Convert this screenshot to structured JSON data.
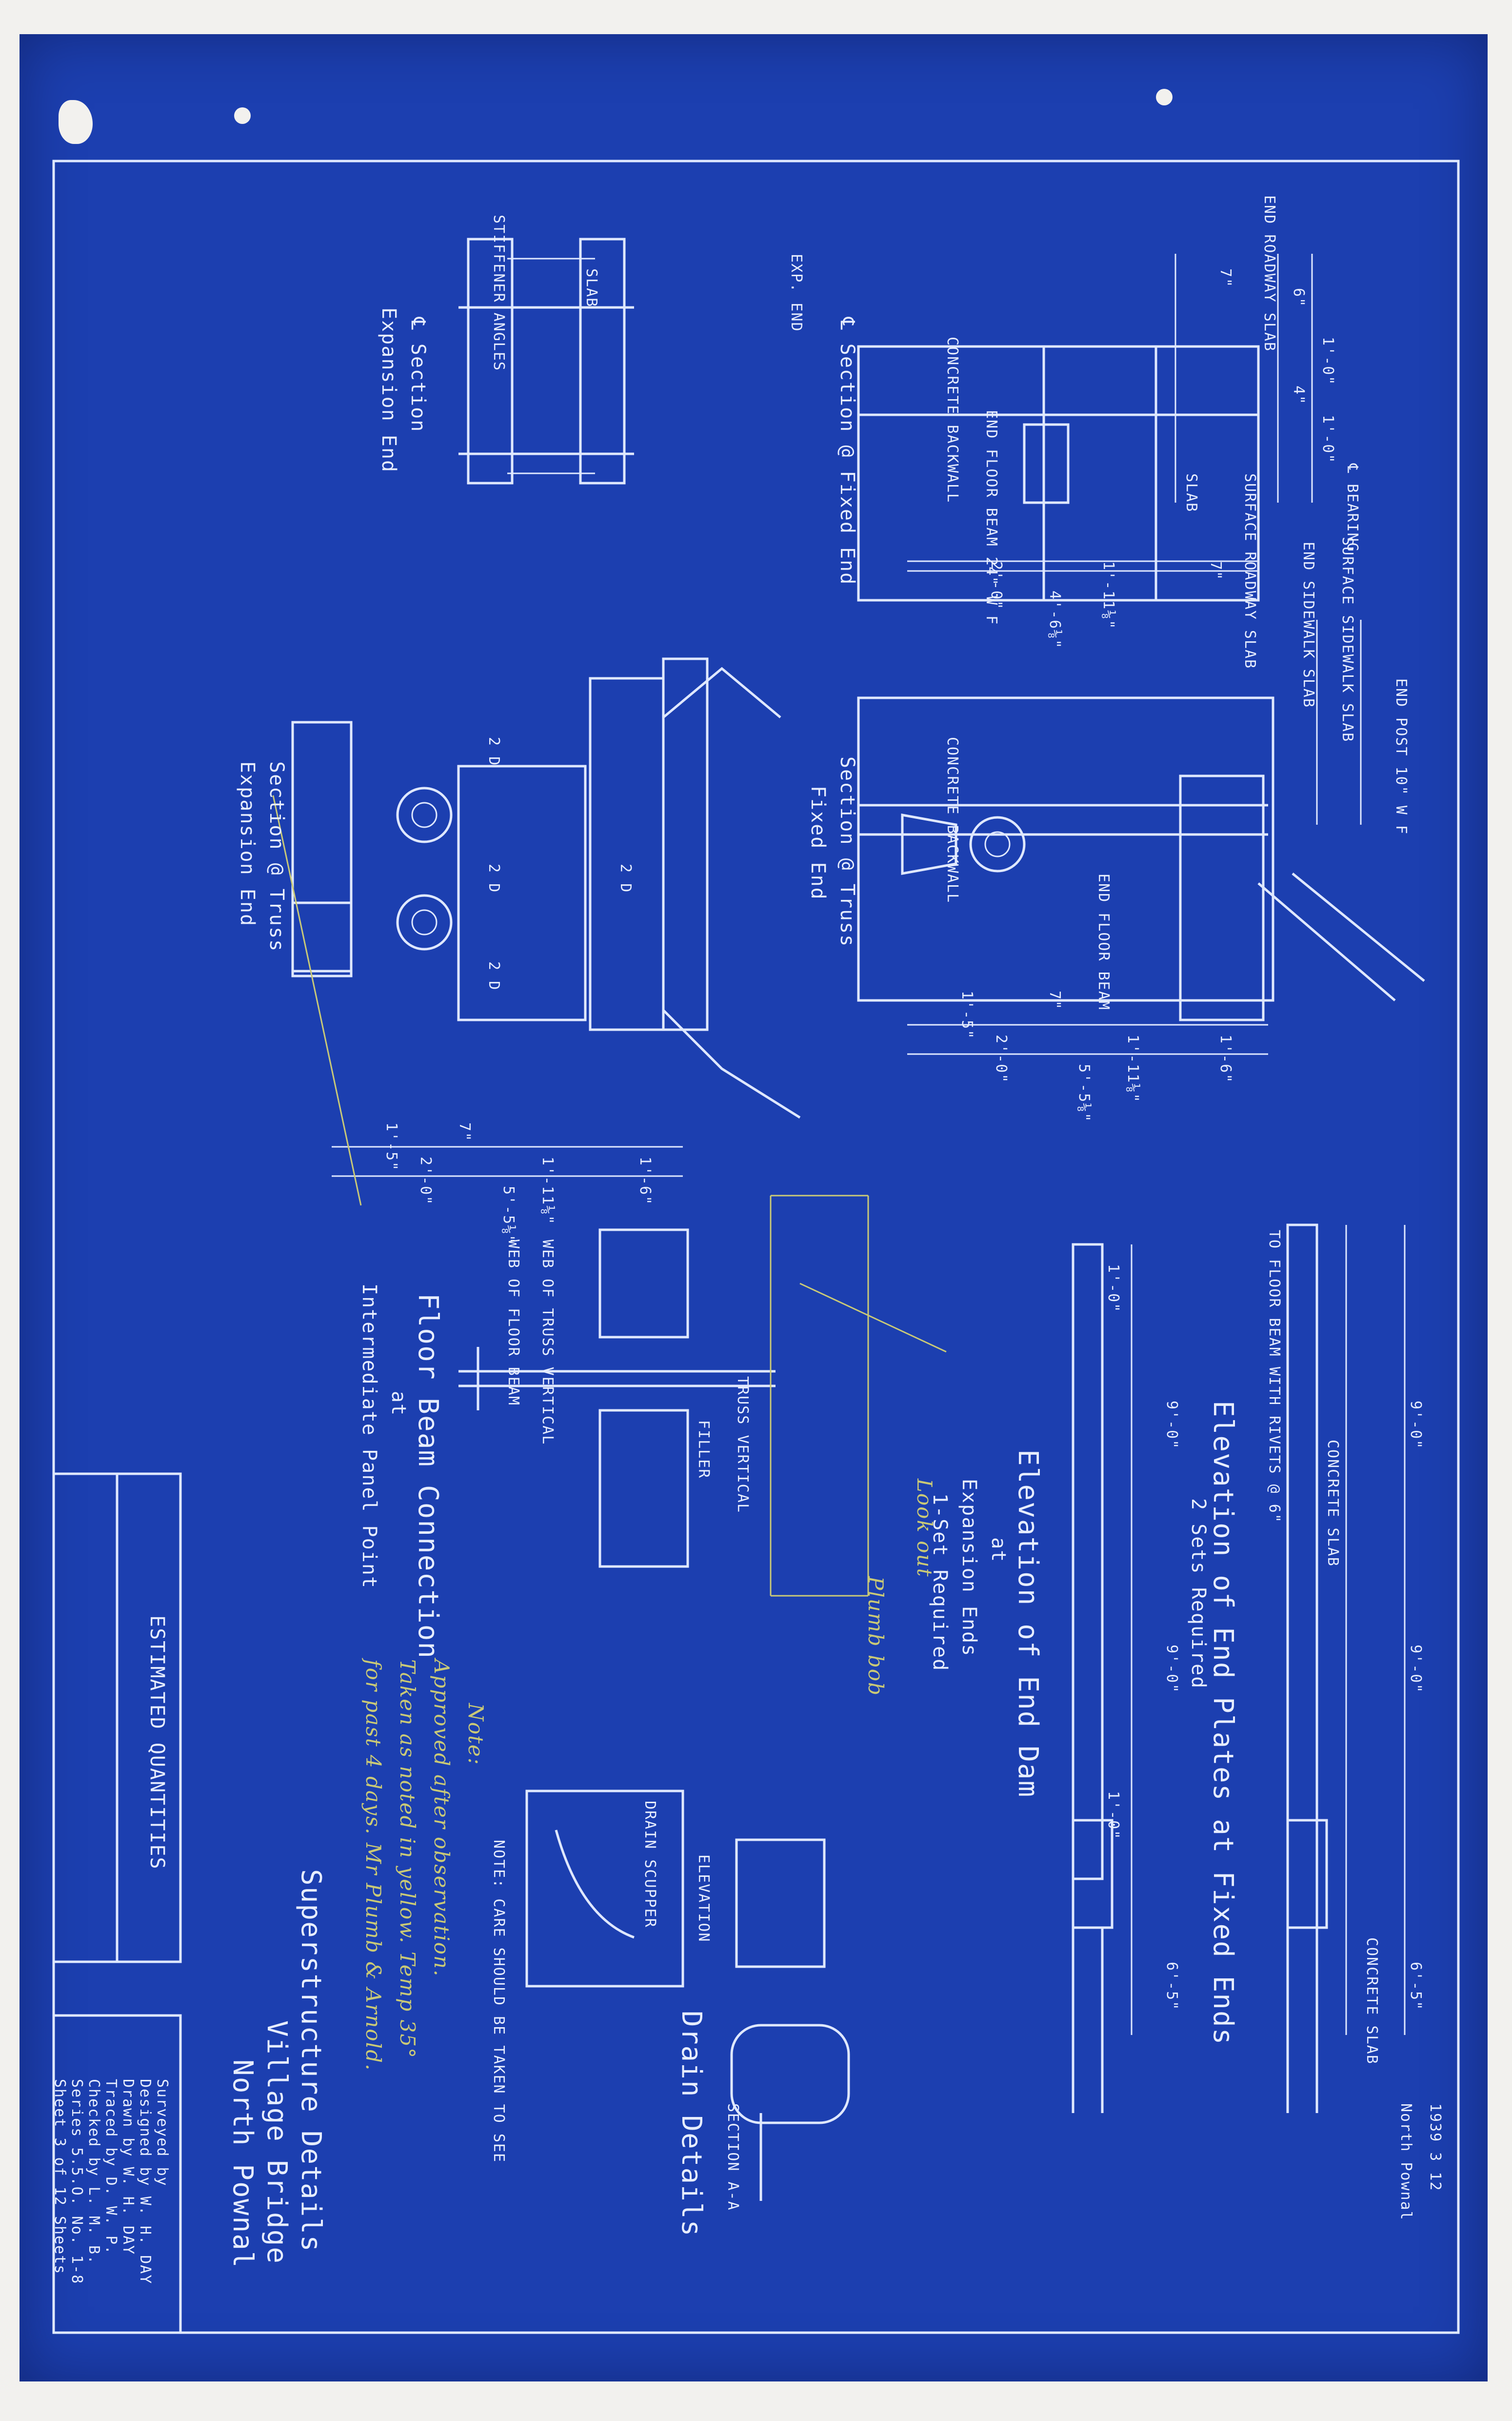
{
  "corner_notes": {
    "top": "North Pownal",
    "year_sheet": "1939  3  12"
  },
  "title_block": {
    "line1": "Superstructure Details",
    "line2": "Village Bridge",
    "line3": "North Pownal",
    "estimated_quantities": "ESTIMATED QUANTITIES",
    "credits": [
      "Surveyed by",
      "Designed by  W. H. DAY",
      "Drawn by  W. H. DAY",
      "Traced by  D. W. P.",
      "Checked by  L. M. B.",
      "Series 5.5.O. No. 1-8",
      "Sheet  3  of  12  Sheets"
    ]
  },
  "section_fixed": {
    "title": "℄ Section @ Fixed End",
    "labels": [
      "CONCRETE BACKWALL",
      "END FLOOR BEAM 24\" W F",
      "END ROADWAY SLAB",
      "SURFACE ROADWAY SLAB",
      "℄ BEARING",
      "SLAB"
    ],
    "dims": [
      "2'-0\"",
      "1'-11⅛\"",
      "7\"",
      "4'-6⅛\"",
      "1'-0\"",
      "1'-0\"",
      "7\"",
      "6\"",
      "4\""
    ]
  },
  "section_expansion": {
    "title": "℄ Section",
    "subtitle": "Expansion End",
    "labels": [
      "SLAB",
      "EXP. END",
      "STIFFENER ANGLES"
    ]
  },
  "truss_fixed": {
    "title": "Section @ Truss",
    "subtitle": "Fixed End",
    "labels": [
      "CONCRETE BACKWALL",
      "END POST 10\" W F",
      "SURFACE SIDEWALK SLAB",
      "END SIDEWALK SLAB",
      "END FLOOR BEAM"
    ],
    "dims": [
      "1'-5\"",
      "7\"",
      "2'-0\"",
      "1'-11⅛\"",
      "1'-6\"",
      "5'-5⅛\""
    ]
  },
  "truss_expansion": {
    "title": "Section @ Truss",
    "subtitle": "Expansion End",
    "dims": [
      "1'-5\"",
      "7\"",
      "2'-0\"",
      "1'-11⅛\"",
      "1'-6\"",
      "5'-5⅛\"",
      "2 D",
      "2 D",
      "2 D",
      "2 D"
    ]
  },
  "end_plates": {
    "title": "Elevation of End Plates at Fixed Ends",
    "subtitle": "2 Sets Required",
    "labels": [
      "CONCRETE SLAB",
      "TO FLOOR BEAM WITH RIVETS @ 6\"",
      "CONCRETE SLAB"
    ],
    "dims": [
      "9'-0\"",
      "9'-0\"",
      "6'-5\""
    ]
  },
  "end_dam": {
    "title": "Elevation of End Dam",
    "line2": "at",
    "line3": "Expansion Ends",
    "line4": "1-Set Required",
    "dims": [
      "9'-0\"",
      "9'-0\"",
      "6'-5\"",
      "1'-0\"",
      "1'-0\""
    ]
  },
  "floor_beam": {
    "title": "Floor Beam Connection",
    "line2": "at",
    "line3": "Intermediate Panel Point",
    "labels": [
      "TRUSS VERTICAL",
      "FILLER",
      "WEB OF TRUSS VERTICAL",
      "WEB OF FLOOR BEAM"
    ]
  },
  "drain": {
    "title": "Drain Details",
    "labels": [
      "SECTION A-A",
      "ELEVATION",
      "NOTE: CARE SHOULD BE TAKEN TO SEE",
      "DRAIN SCUPPER"
    ]
  },
  "handwritten": {
    "note1": "Note:",
    "note2": "Approved after observation.",
    "note3": "Taken as noted in yellow. Temp 35°",
    "note4": "for past 4 days. Mr Plumb & Arnold.",
    "note5": "Look out",
    "note6": "Plumb bob"
  }
}
